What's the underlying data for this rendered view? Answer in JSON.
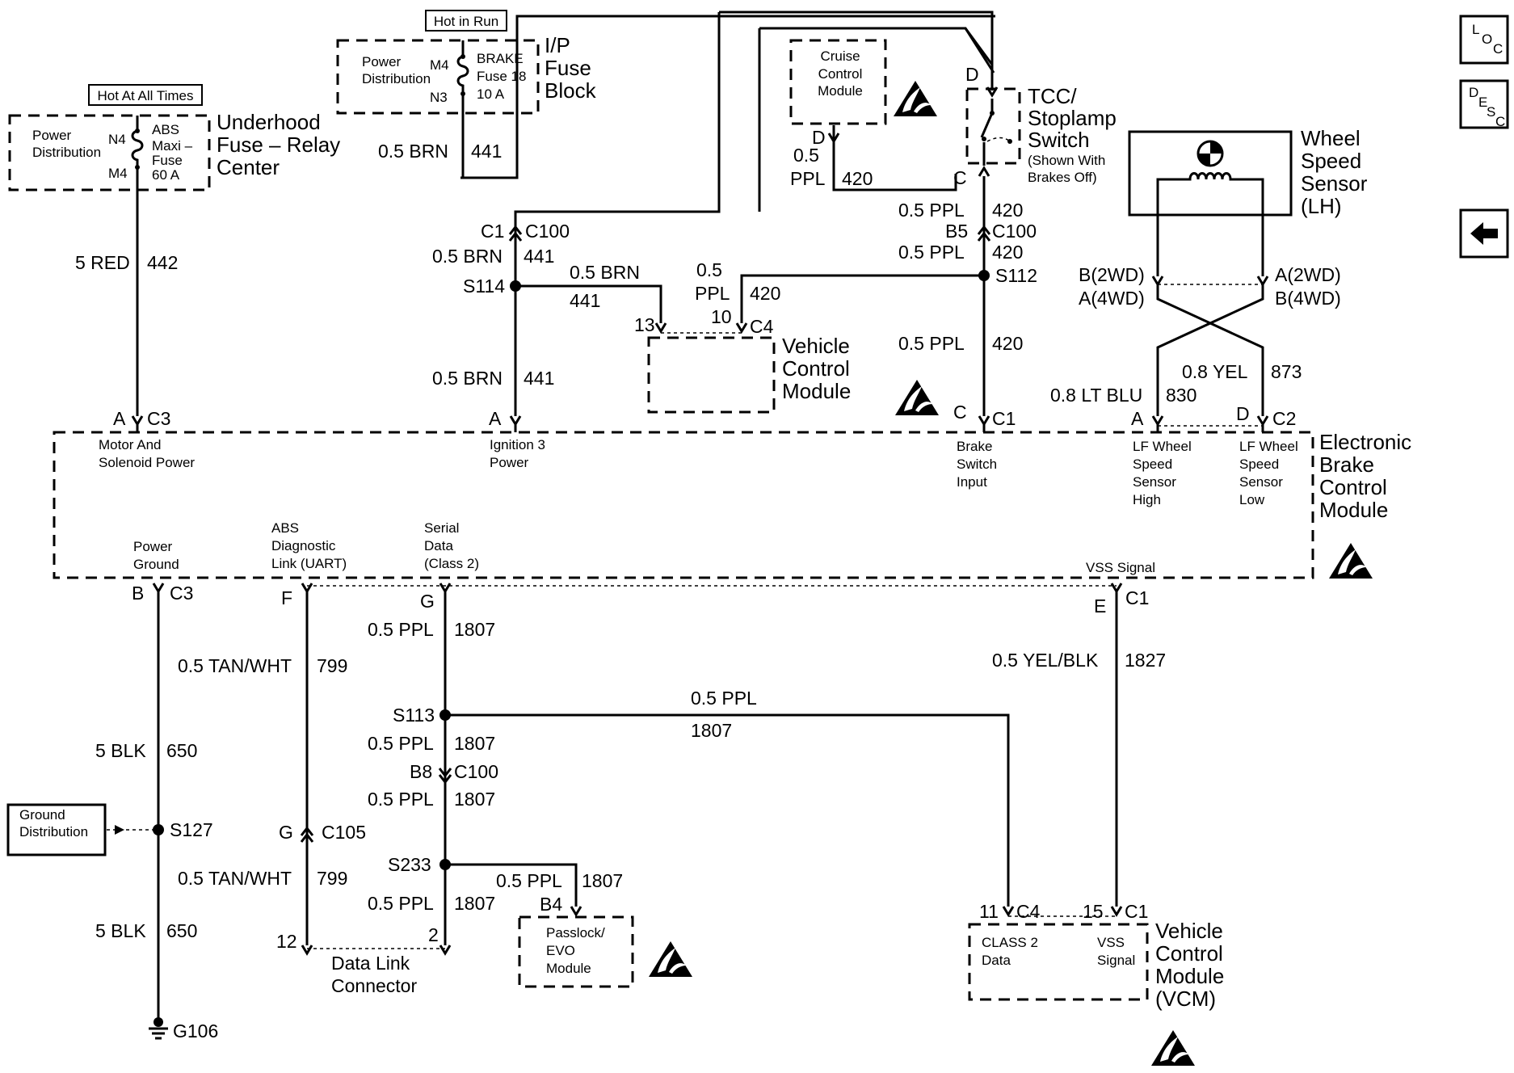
{
  "notes": {
    "hot_all_times": "Hot At All Times",
    "hot_in_run": "Hot in Run"
  },
  "underhood": {
    "pd": [
      "Power",
      "Distribution"
    ],
    "n4": "N4",
    "m4": "M4",
    "fuse": [
      "ABS",
      "Maxi –",
      "Fuse",
      "60 A"
    ],
    "title": [
      "Underhood",
      "Fuse – Relay",
      "Center"
    ]
  },
  "ip_block": {
    "pd": [
      "Power",
      "Distribution"
    ],
    "m4": "M4",
    "n3": "N3",
    "fuse": [
      "BRAKE",
      "Fuse 18",
      "10 A"
    ],
    "title": [
      "I/P",
      "Fuse",
      "Block"
    ]
  },
  "cruise": {
    "name": [
      "Cruise",
      "Control",
      "Module"
    ],
    "pin": "D"
  },
  "tcc": {
    "title": [
      "TCC/",
      "Stoplamp",
      "Switch"
    ],
    "note": [
      "(Shown With",
      "Brakes Off)"
    ],
    "pin_d": "D",
    "pin_c": "C"
  },
  "wss": {
    "title": [
      "Wheel",
      "Speed",
      "Sensor",
      "(LH)"
    ],
    "pin_left": [
      "B(2WD)",
      "A(4WD)"
    ],
    "pin_right": [
      "A(2WD)",
      "B(4WD)"
    ]
  },
  "vcm_top": {
    "name": [
      "Vehicle",
      "Control",
      "Module"
    ],
    "pin13": "13",
    "pin10": "10",
    "conn": "C4"
  },
  "ebcm": {
    "name": [
      "Electronic",
      "Brake",
      "Control",
      "Module"
    ],
    "top_pins": [
      {
        "pin": "A",
        "conn": "C3",
        "label": [
          "Motor And",
          "Solenoid Power"
        ]
      },
      {
        "pin": "A",
        "conn": "",
        "label": [
          "Ignition 3",
          "Power"
        ]
      },
      {
        "pin": "C",
        "conn": "C1",
        "label": [
          "Brake",
          "Switch",
          "Input"
        ]
      },
      {
        "pin": "A",
        "conn": "",
        "label": [
          "LF Wheel",
          "Speed",
          "Sensor",
          "High"
        ]
      },
      {
        "pin": "D",
        "conn": "C2",
        "label": [
          "LF Wheel",
          "Speed",
          "Sensor",
          "Low"
        ]
      }
    ],
    "bottom_labels": [
      [
        "Power",
        "Ground"
      ],
      [
        "ABS",
        "Diagnostic",
        "Link (UART)"
      ],
      [
        "Serial",
        "Data",
        "(Class 2)"
      ],
      [
        "VSS Signal"
      ]
    ],
    "bottom_pins": [
      {
        "pin": "B",
        "conn": "C3"
      },
      {
        "pin": "F",
        "conn": ""
      },
      {
        "pin": "G",
        "conn": ""
      },
      {
        "pin": "E",
        "conn": "C1"
      }
    ]
  },
  "wires": {
    "red442": [
      "5 RED",
      "442"
    ],
    "brn441_top": [
      "0.5 BRN",
      "441"
    ],
    "ppl420_cruise": [
      "0.5",
      "PPL",
      "420"
    ],
    "ppl420_tcc": [
      "0.5 PPL",
      "420"
    ],
    "ppl420_b5": [
      "0.5 PPL",
      "420"
    ],
    "brn441_c1": [
      "0.5 BRN",
      "441"
    ],
    "brn441_s114": [
      "0.5 BRN",
      "441"
    ],
    "ppl420_vcm": [
      "0.5",
      "PPL",
      "420"
    ],
    "ppl420_ebcm": [
      "0.5 PPL",
      "420"
    ],
    "brn441_ebcm": [
      "0.5 BRN",
      "441"
    ],
    "yel873": [
      "0.8 YEL",
      "873"
    ],
    "ltblu830": [
      "0.8 LT BLU",
      "830"
    ],
    "tanwht799_a": [
      "0.5 TAN/WHT",
      "799"
    ],
    "tanwht799_b": [
      "0.5 TAN/WHT",
      "799"
    ],
    "blk650_a": [
      "5 BLK",
      "650"
    ],
    "blk650_b": [
      "5 BLK",
      "650"
    ],
    "ppl1807_a": [
      "0.5 PPL",
      "1807"
    ],
    "ppl1807_b": [
      "0.5 PPL",
      "1807"
    ],
    "ppl1807_c": [
      "0.5 PPL",
      "1807"
    ],
    "ppl1807_d": [
      "0.5 PPL",
      "1807"
    ],
    "ppl1807_e": [
      "0.5 PPL",
      "1807"
    ],
    "ppl1807_f": [
      "0.5 PPL",
      "1807"
    ],
    "yelblk1827": [
      "0.5 YEL/BLK",
      "1827"
    ]
  },
  "connectors": {
    "c1_c100": [
      "C1",
      "C100"
    ],
    "b5_c100": [
      "B5",
      "C100"
    ],
    "b8_c100": [
      "B8",
      "C100"
    ],
    "g_c105": [
      "G",
      "C105"
    ],
    "b4": "B4"
  },
  "splices": {
    "s114": "S114",
    "s112": "S112",
    "s113": "S113",
    "s233": "S233",
    "s127": "S127"
  },
  "ground": {
    "dist": [
      "Ground",
      "Distribution"
    ],
    "g106": "G106"
  },
  "dlc": {
    "name": [
      "Data Link",
      "Connector"
    ],
    "pin12": "12",
    "pin2": "2"
  },
  "passlock": {
    "name": [
      "Passlock/",
      "EVO",
      "Module"
    ]
  },
  "vcm_bottom": {
    "name": [
      "Vehicle",
      "Control",
      "Module",
      "(VCM)"
    ],
    "pin11": "11",
    "c4": "C4",
    "pin15": "15",
    "c1": "C1",
    "class2": [
      "CLASS 2",
      "Data"
    ],
    "vss": [
      "VSS",
      "Signal"
    ]
  },
  "nav": {
    "loc": [
      "L",
      "O",
      "C"
    ],
    "desc": [
      "D",
      "E",
      "S",
      "C"
    ]
  }
}
